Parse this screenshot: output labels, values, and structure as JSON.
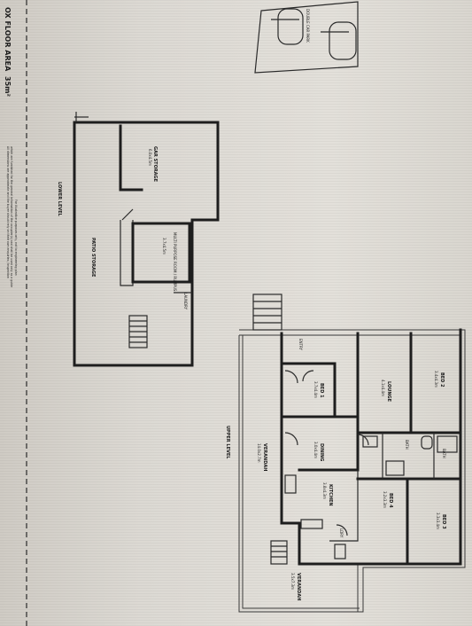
{
  "sheet": {
    "floor_area_title": "OX FLOOR AREA",
    "floor_area_value": "35m²",
    "notes": [
      "For illustrative purposes only, not to engineering plan",
      "which are furnished for the general information of the occupier(s) and shall be used only as a guide",
      "All dimensions are approximate and the buyer should rely on their own enquiries / inspection"
    ]
  },
  "lower_level": {
    "label": "LOWER LEVEL",
    "rooms": [
      {
        "name": "GAR STORAGE",
        "size": "6.0x4.5m"
      },
      {
        "name": "MULTI PURPOSE ROOM / RUMPUS",
        "size": "3.7x4.5m"
      },
      {
        "name": "PATIO STORAGE",
        "size": ""
      },
      {
        "name": "LAUNDRY",
        "size": ""
      }
    ]
  },
  "upper_level": {
    "label": "UPPER LEVEL",
    "rooms": [
      {
        "name": "BED 2",
        "size": "3.4x4.3m"
      },
      {
        "name": "LOUNGE",
        "size": "4.1x4.4m"
      },
      {
        "name": "BED 1",
        "size": "3.7x4.4m"
      },
      {
        "name": "ENTRY",
        "size": ""
      },
      {
        "name": "DINING",
        "size": "3.0x4.4m"
      },
      {
        "name": "BATH",
        "size": ""
      },
      {
        "name": "BATH",
        "size": ""
      },
      {
        "name": "KITCHEN",
        "size": "3.8x4.3m"
      },
      {
        "name": "BED 4",
        "size": "3.2x3.3m"
      },
      {
        "name": "BED 3",
        "size": "3.3x3.4m"
      },
      {
        "name": "VERANDAH",
        "size": "14.0x2.7m"
      },
      {
        "name": "VERANDAH",
        "size": "3.5x7.3m"
      },
      {
        "name": "LDRY",
        "size": ""
      }
    ]
  },
  "parking": {
    "label": "DOUBLE CAR PARK"
  }
}
